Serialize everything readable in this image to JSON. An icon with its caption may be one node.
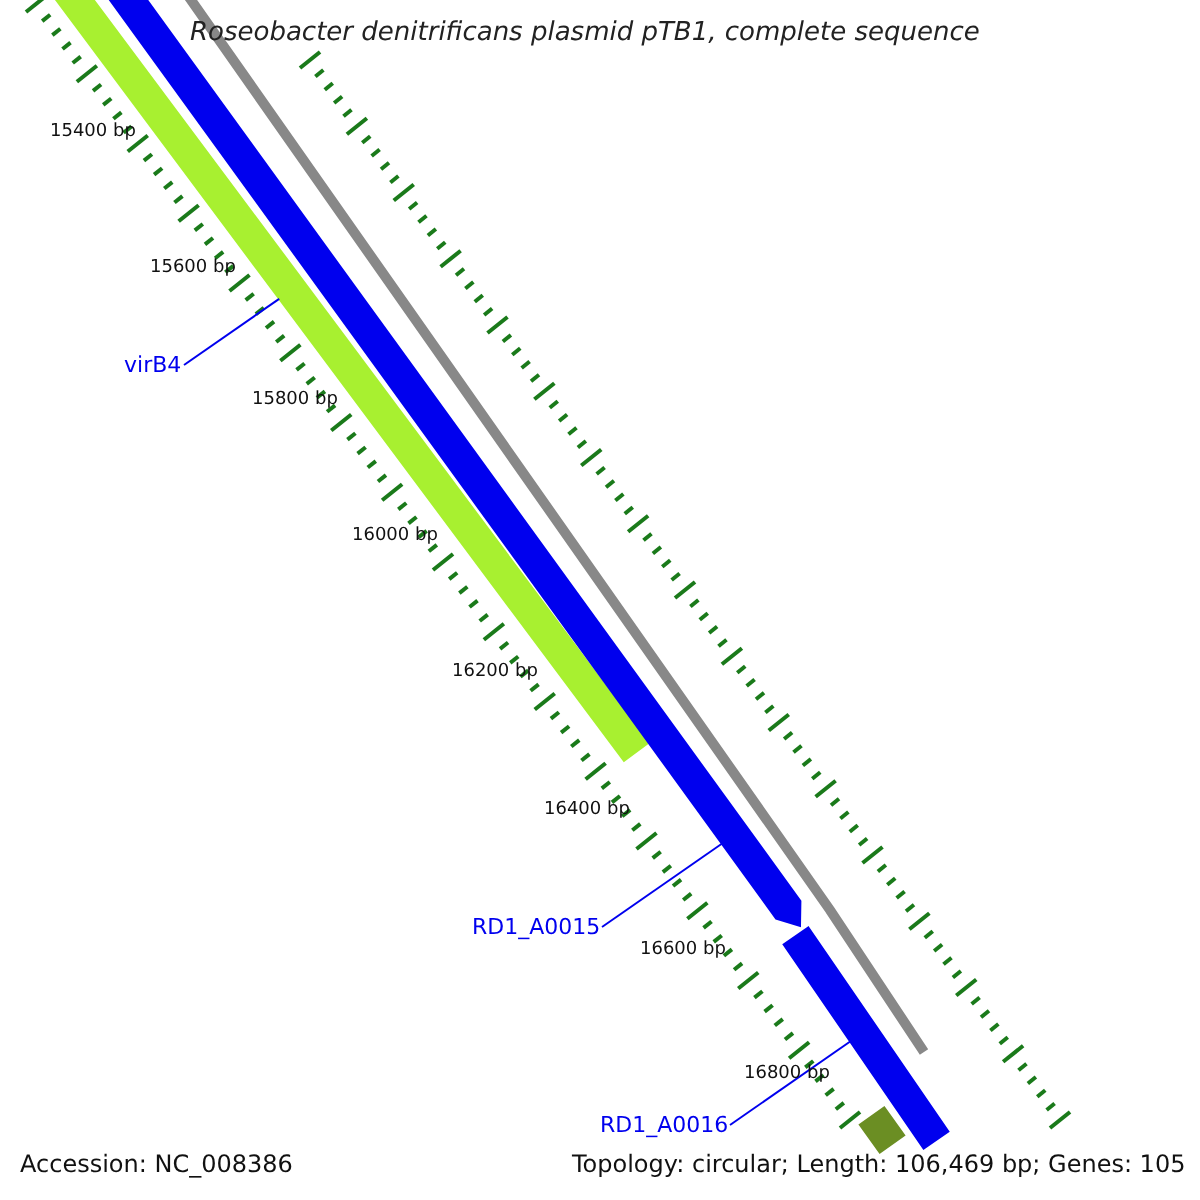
{
  "diagram": {
    "title": "Roseobacter denitrificans plasmid pTB1, complete sequence",
    "nodes": [
      {
        "text": [
          "virB4"
        ]
      },
      {
        "text": [],
        "shape": "bar"
      },
      {
        "text": [
          "RD1_A0015"
        ]
      },
      {
        "text": [],
        "shape": "arrow"
      },
      {
        "text": [
          "RD1_A0016"
        ]
      },
      {
        "text": [],
        "shape": "bar"
      },
      {
        "text": [],
        "shape": "bar"
      }
    ],
    "edges": [
      {
        "from": 0,
        "to": 1,
        "arrow": "none"
      },
      {
        "from": 2,
        "to": 3,
        "arrow": "none"
      },
      {
        "from": 4,
        "to": 5,
        "arrow": "none"
      }
    ],
    "labels": [
      "15400 bp",
      "15600 bp",
      "15800 bp",
      "16000 bp",
      "16200 bp",
      "16400 bp",
      "16600 bp",
      "16800 bp",
      "Accession: NC_008386",
      "Topology: circular; Length: 106,469 bp; Genes: 105"
    ]
  }
}
